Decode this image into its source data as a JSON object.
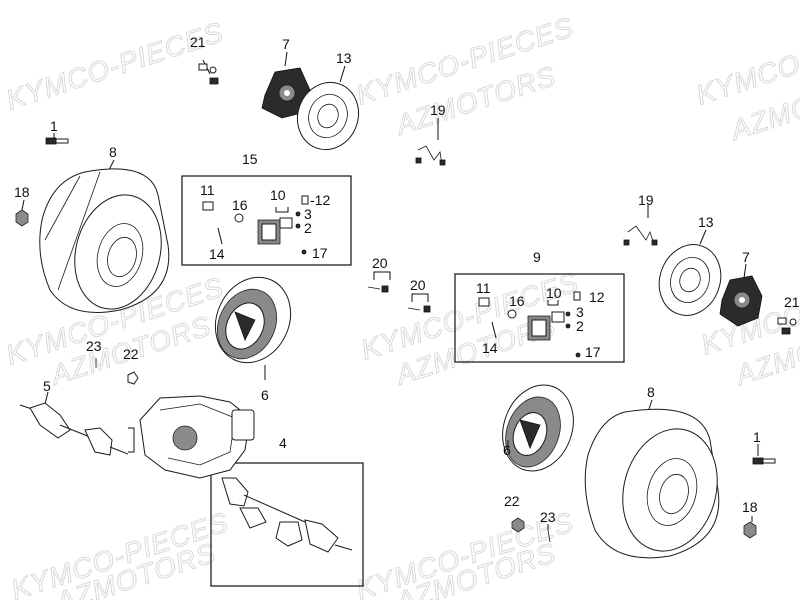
{
  "watermarks": {
    "kymco": "KYMCO-PIECES",
    "azmotors": "AZMOTORS"
  },
  "labels": {
    "l21_top": "21",
    "l7_left": "7",
    "l13_left": "13",
    "l1_left": "1",
    "l19_left": "19",
    "l8_left": "8",
    "l15": "15",
    "l18_left": "18",
    "l11_left": "11",
    "l10_left": "10",
    "l16_left": "16",
    "l12_left": "-12",
    "l3_left": "3",
    "l2_left": "2",
    "l14_left": "14",
    "l17_left": "17",
    "l20_left": "20",
    "l20_right": "20",
    "l9": "9",
    "l19_right": "19",
    "l13_right": "13",
    "l7_right": "7",
    "l21_right": "21",
    "l11_right": "11",
    "l16_right": "16",
    "l10_right": "10",
    "l12_right": "12",
    "l3_right": "3",
    "l2_right": "2",
    "l14_right": "14",
    "l17_right": "17",
    "l23_left": "23",
    "l22_left": "22",
    "l5": "5",
    "l6_left": "6",
    "l4": "4",
    "l8_right": "8",
    "l1_right": "1",
    "l6_right": "6",
    "l22_right": "22",
    "l23_right": "23",
    "l18_right": "18"
  }
}
